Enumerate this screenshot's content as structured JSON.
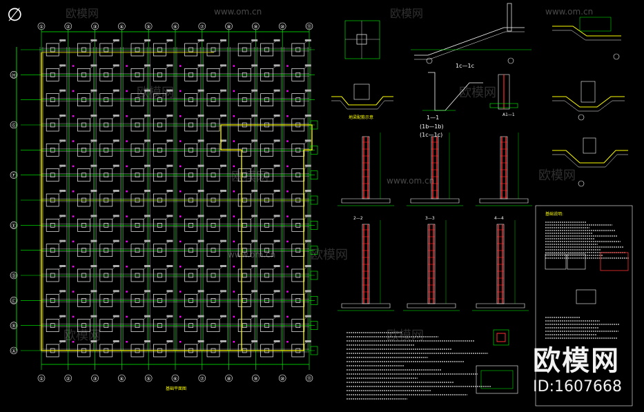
{
  "corner_symbol": "∅",
  "plan_title": "基础平面图",
  "grid_labels_top": [
    "①",
    "②",
    "③",
    "④",
    "⑤",
    "⑥",
    "⑦",
    "⑧",
    "⑨",
    "⑩",
    "⑪"
  ],
  "grid_labels_left": [
    "Ⓗ",
    "Ⓖ",
    "Ⓕ",
    "Ⓔ",
    "Ⓓ",
    "Ⓒ",
    "Ⓑ",
    "Ⓐ"
  ],
  "section_labels": {
    "s_1c": "1c—1c",
    "s_1": "1—1",
    "s_1b": "(1b—1b)",
    "s_1c2": "(1c—1c)",
    "s_2": "2—2",
    "s_3": "3—3",
    "s_4": "4—4",
    "detail_a1": "A1—1",
    "detail_note": "地梁配筋示意"
  },
  "notes_title": "基础说明:",
  "watermarks": {
    "brand_cn": "欧模网",
    "url": "www.om.cn",
    "id_text": "ID:1607668"
  },
  "colors": {
    "background": "#000000",
    "grid": "#00ff00",
    "columns": "#ffffff",
    "beams": "#ffff00",
    "tags": "#ff00ff",
    "rebar": "#ff3030"
  }
}
